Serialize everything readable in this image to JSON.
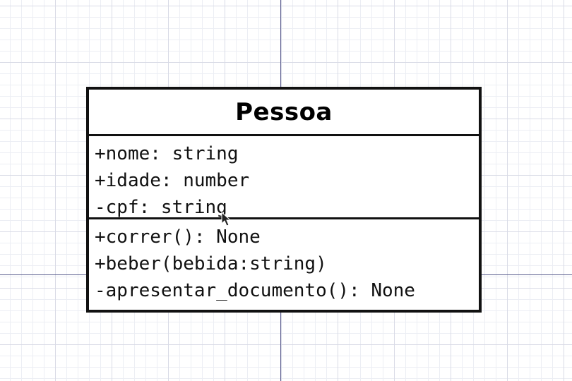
{
  "diagram": {
    "class_name": "Pessoa",
    "attributes": [
      "+nome: string",
      "+idade: number",
      "-cpf: string"
    ],
    "operations": [
      "+correr(): None",
      "+beber(bebida:string)",
      "-apresentar_documento(): None"
    ]
  },
  "colors": {
    "guide_line": "#5a5c8e",
    "border": "#111111",
    "grid": "#d9dbe6"
  },
  "icons": {
    "cursor": "mouse-pointer-icon"
  }
}
